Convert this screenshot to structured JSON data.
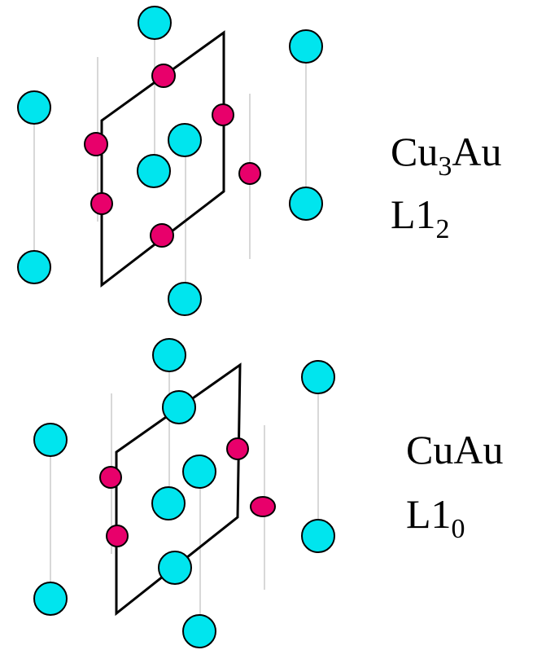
{
  "colors": {
    "cyan_atom": "#00E5EE",
    "magenta_atom": "#E8006B",
    "outline": "#000000",
    "rod": "#d8d8d8",
    "background": "#ffffff"
  },
  "structures": [
    {
      "formula_base": "Cu",
      "formula_sub": "3",
      "formula_tail": "Au",
      "type_base": "L1",
      "type_sub": "2"
    },
    {
      "formula_base": "CuAu",
      "formula_sub": "",
      "formula_tail": "",
      "type_base": "L1",
      "type_sub": "0"
    }
  ]
}
